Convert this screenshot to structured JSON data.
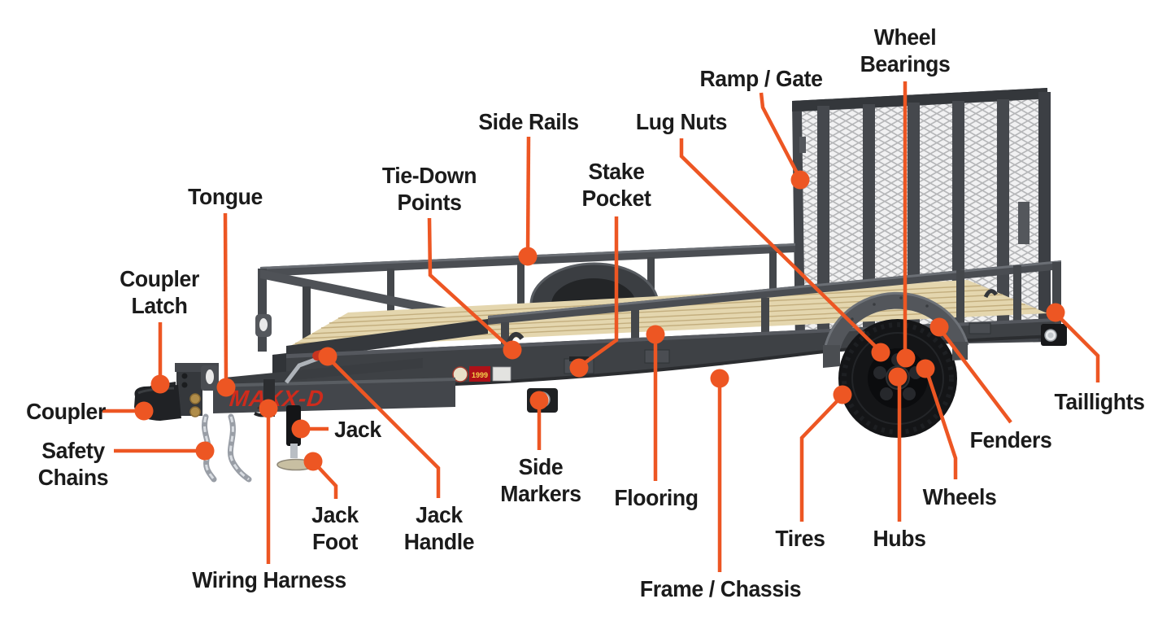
{
  "diagram": {
    "subject": "Utility trailer parts callout diagram",
    "background_color": "#FFFFFF",
    "accent_color": "#ED5623",
    "label_text_color": "#1B1B1B",
    "trailer": {
      "brand_logo": "MAXX-D",
      "logo_color": "#CE2B1C",
      "registration_sticker": "1999",
      "steel_color": "#45484D",
      "wood_color": "#E4D6AE"
    },
    "labels": {
      "wheel_bearings": "Wheel\nBearings",
      "ramp_gate": "Ramp / Gate",
      "lug_nuts": "Lug Nuts",
      "side_rails": "Side Rails",
      "tie_down_points": "Tie-Down\nPoints",
      "stake_pocket": "Stake\nPocket",
      "tongue": "Tongue",
      "coupler_latch": "Coupler\nLatch",
      "coupler": "Coupler",
      "safety_chains": "Safety\nChains",
      "jack": "Jack",
      "jack_foot": "Jack\nFoot",
      "jack_handle": "Jack\nHandle",
      "wiring_harness": "Wiring Harness",
      "side_markers": "Side\nMarkers",
      "flooring": "Flooring",
      "frame_chassis": "Frame / Chassis",
      "tires": "Tires",
      "hubs": "Hubs",
      "wheels": "Wheels",
      "fenders": "Fenders",
      "taillights": "Taillights"
    }
  }
}
